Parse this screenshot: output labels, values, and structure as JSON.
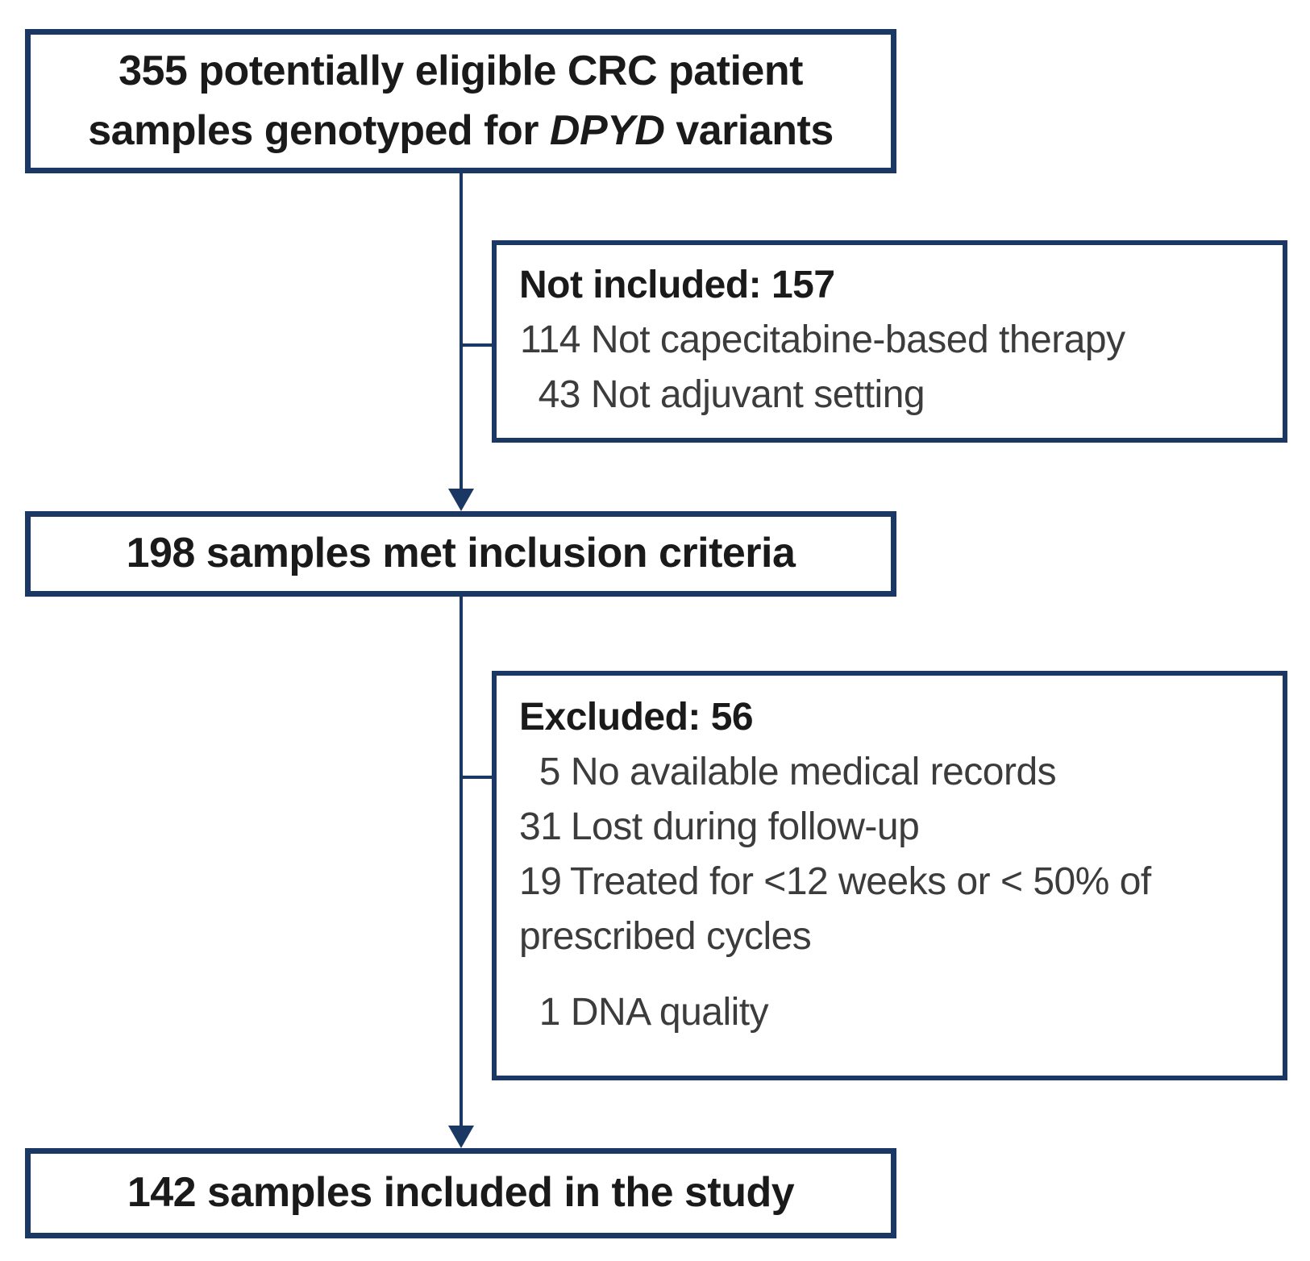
{
  "colors": {
    "navy": "#1b3764",
    "text": "#1a1a1a",
    "muted": "#3c3c3c",
    "bg": "#ffffff"
  },
  "flow": {
    "eligible_box": {
      "text_start": "355 potentially eligible CRC patient samples genotyped for ",
      "gene": "DPYD",
      "text_end": " variants"
    },
    "not_included_box": {
      "title": "Not included: 157",
      "items": [
        {
          "count": "114",
          "label": "Not capecitabine-based therapy"
        },
        {
          "count": "43",
          "label": "Not adjuvant setting"
        }
      ]
    },
    "inclusion_box": {
      "text": "198 samples met inclusion criteria"
    },
    "excluded_box": {
      "title": "Excluded: 56",
      "items": [
        {
          "count": "5",
          "label": "No available medical records"
        },
        {
          "count": "31",
          "label": "Lost during follow-up"
        },
        {
          "count": "19",
          "label": "Treated for <12 weeks or < 50% of prescribed cycles"
        },
        {
          "count": "1",
          "label": "DNA quality"
        }
      ]
    },
    "included_box": {
      "text": "142 samples included in the study"
    }
  }
}
